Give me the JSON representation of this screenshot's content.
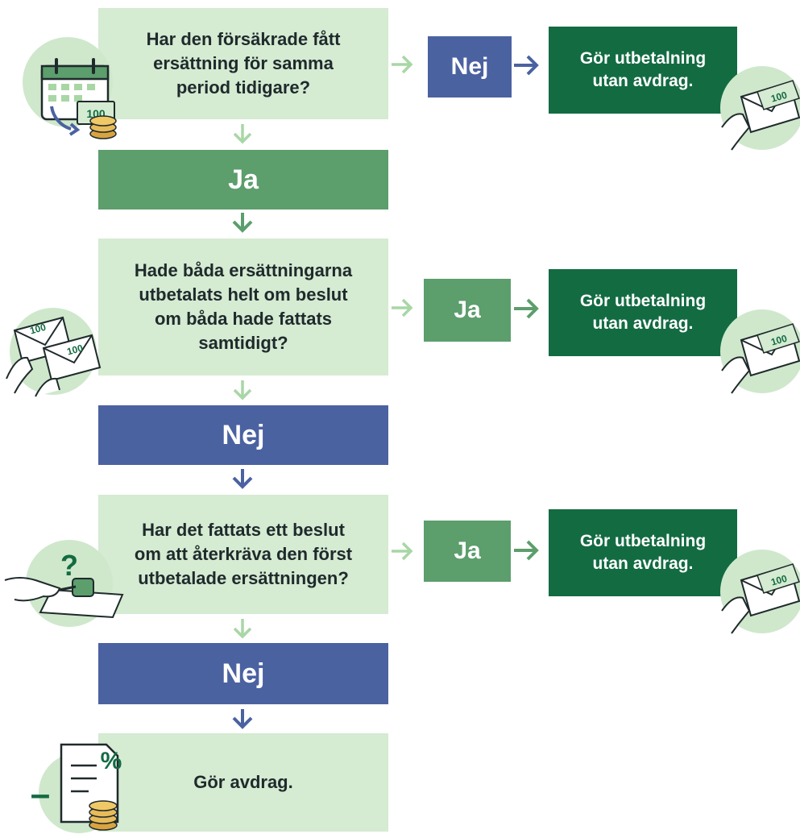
{
  "colors": {
    "question_bg": "#d5ebd2",
    "ja_green": "#5c9e6c",
    "nej_blue": "#4b62a1",
    "result_dark_green": "#136b42",
    "arrow_light_green": "#a9d6a5",
    "illustration_circle": "#cfe8cc"
  },
  "steps": [
    {
      "question": "Har den försäkrade fått\nersättning för samma\nperiod tidigare?",
      "icon": "calendar-money-icon",
      "side_answer": "Nej",
      "side_result": "Gör utbetalning\nutan avdrag.",
      "down_answer": "Ja"
    },
    {
      "question": "Hade båda ersättningarna\nutbetalats helt om beslut\nom båda hade fattats\nsamtidigt?",
      "icon": "envelopes-money-icon",
      "side_answer": "Ja",
      "side_result": "Gör utbetalning\nutan avdrag.",
      "down_answer": "Nej"
    },
    {
      "question": "Har det fattats ett beslut\nom att återkräva den först\nutbetalade ersättningen?",
      "icon": "gavel-question-icon",
      "side_answer": "Ja",
      "side_result": "Gör utbetalning\nutan avdrag.",
      "down_answer": "Nej"
    }
  ],
  "final": {
    "label": "Gör avdrag.",
    "icon": "document-percent-coins-icon"
  },
  "icons": {
    "envelope": "envelope-100-icon",
    "envelope_bill_text": "100",
    "question_mark": "?",
    "percent": "%",
    "minus": "–"
  }
}
